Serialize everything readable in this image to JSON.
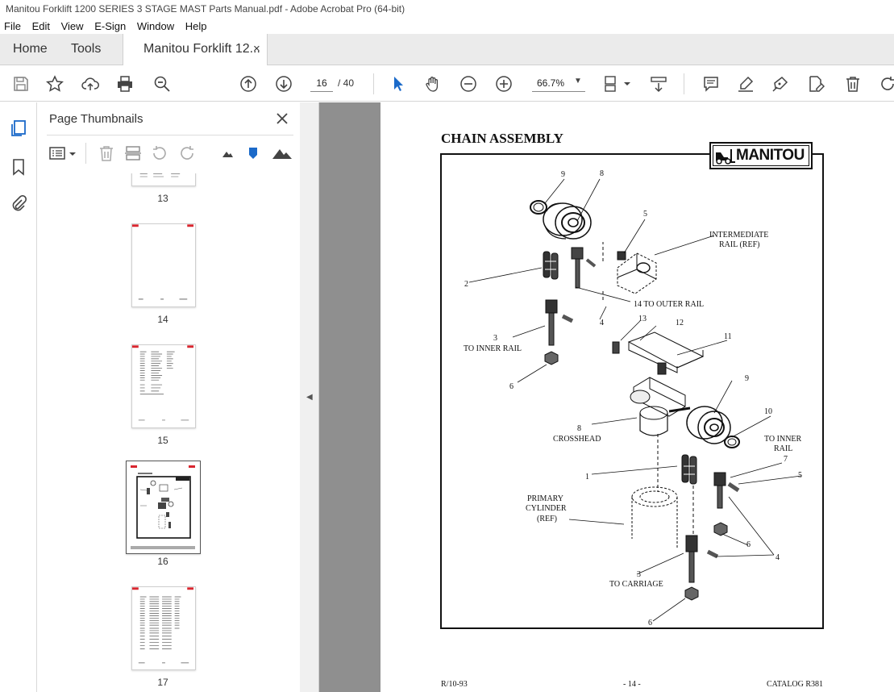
{
  "window": {
    "title": "Manitou Forklift 1200 SERIES 3 STAGE MAST Parts Manual.pdf - Adobe Acrobat Pro (64-bit)"
  },
  "menu": [
    "File",
    "Edit",
    "View",
    "E-Sign",
    "Window",
    "Help"
  ],
  "tabs": {
    "home": "Home",
    "tools": "Tools",
    "doc": "Manitou Forklift 12...",
    "close": "×"
  },
  "toolbar": {
    "current_page": "16",
    "total_pages": "/ 40",
    "zoom": "66.7%"
  },
  "panel": {
    "title": "Page Thumbnails",
    "close": "×"
  },
  "thumbnails": [
    {
      "label": "13"
    },
    {
      "label": "14"
    },
    {
      "label": "15"
    },
    {
      "label": "16",
      "selected": true
    },
    {
      "label": "17"
    }
  ],
  "doc": {
    "title": "CHAIN ASSEMBLY",
    "logo": "MANITOU",
    "footer_left": "R/10-93",
    "footer_center": "- 14 -",
    "footer_right": "CATALOG R381",
    "labels": {
      "n9a": "9",
      "n8a": "8",
      "n5a": "5",
      "intermediate1": "INTERMEDIATE",
      "intermediate2": "RAIL (REF)",
      "n2": "2",
      "outer": "14  TO OUTER RAIL",
      "n4a": "4",
      "n3a": "3",
      "inner_rail": "TO INNER RAIL",
      "n6a": "6",
      "n13": "13",
      "n12": "12",
      "n11": "11",
      "n9b": "9",
      "n10": "10",
      "n8b": "8",
      "crosshead": "CROSSHEAD",
      "inner2a": "TO INNER",
      "inner2b": "RAIL",
      "n7": "7",
      "n5b": "5",
      "n1": "1",
      "primary1": "PRIMARY",
      "primary2": "CYLINDER",
      "primary3": "(REF)",
      "n6b": "6",
      "n4b": "4",
      "n3b": "3",
      "carriage": "TO CARRIAGE",
      "n6c": "6"
    }
  }
}
